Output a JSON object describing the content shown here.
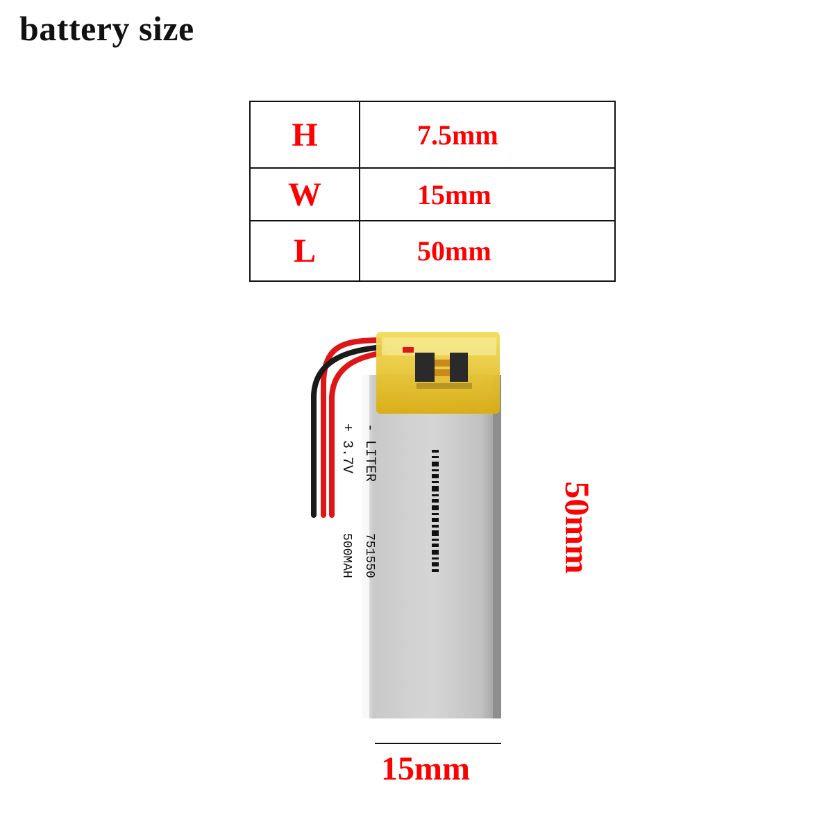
{
  "title": "battery size",
  "dimensions_table": [
    {
      "key": "H",
      "value": "7.5mm"
    },
    {
      "key": "W",
      "value": "15mm"
    },
    {
      "key": "L",
      "value": "50mm"
    }
  ],
  "battery_label": {
    "line1": "- LITER",
    "line2": "+ 3.7V",
    "model": "751550",
    "capacity": "500MAH"
  },
  "callouts": {
    "length": "50mm",
    "width": "15mm"
  },
  "colors": {
    "accent": "#ff0000",
    "text": "#111111",
    "cell_body": "#c8c8c8",
    "kapton_tape": "#e8c21a",
    "wire_red": "#e01515",
    "wire_black": "#1a1a1a"
  }
}
